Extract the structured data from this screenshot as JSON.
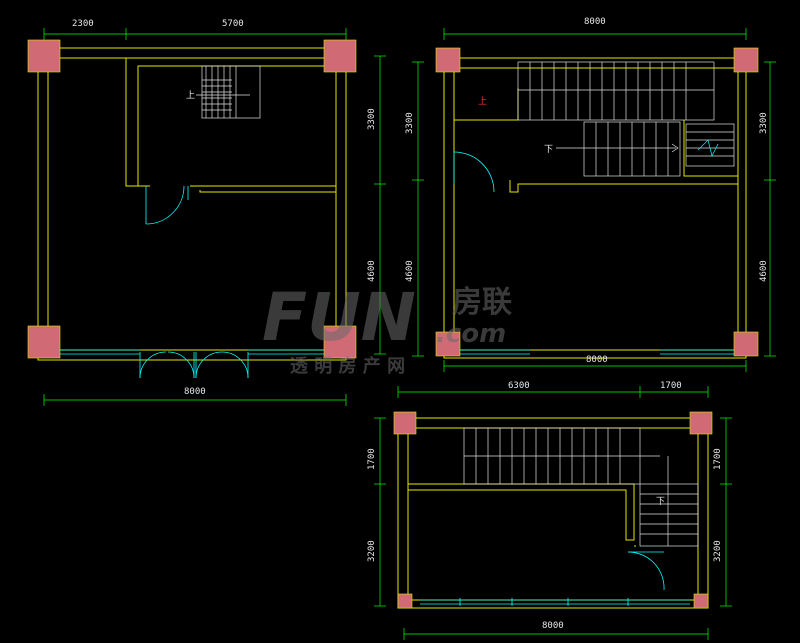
{
  "plan_top_left": {
    "dims": {
      "top_1": "2300",
      "top_2": "5700",
      "bottom": "8000",
      "right_1": "3300",
      "right_2": "4600"
    },
    "stair_label": "上"
  },
  "plan_top_right": {
    "dims": {
      "top": "8000",
      "left_1": "3300",
      "left_2": "4600",
      "right_1": "3300",
      "right_2": "4600",
      "bottom": "8000"
    },
    "stair_label_up": "上",
    "stair_label_down": "下"
  },
  "plan_bottom": {
    "dims": {
      "top_1": "6300",
      "top_2": "1700",
      "left_1": "1700",
      "left_2": "3200",
      "right_1": "1700",
      "right_2": "3200",
      "bottom": "8000"
    },
    "stair_label": "下"
  },
  "watermark": {
    "logo": "FUN",
    "cn": "房联",
    "suffix": ".com",
    "sub": "透 明 房 产 网"
  },
  "colors": {
    "wall": "#e6e600",
    "wall_fill": "#c8c890",
    "column": "#d06a75",
    "dimension": "#00ff00",
    "stair": "#e0e0e0",
    "door": "#00ffff",
    "window": "#00ffff",
    "background": "#000000"
  }
}
